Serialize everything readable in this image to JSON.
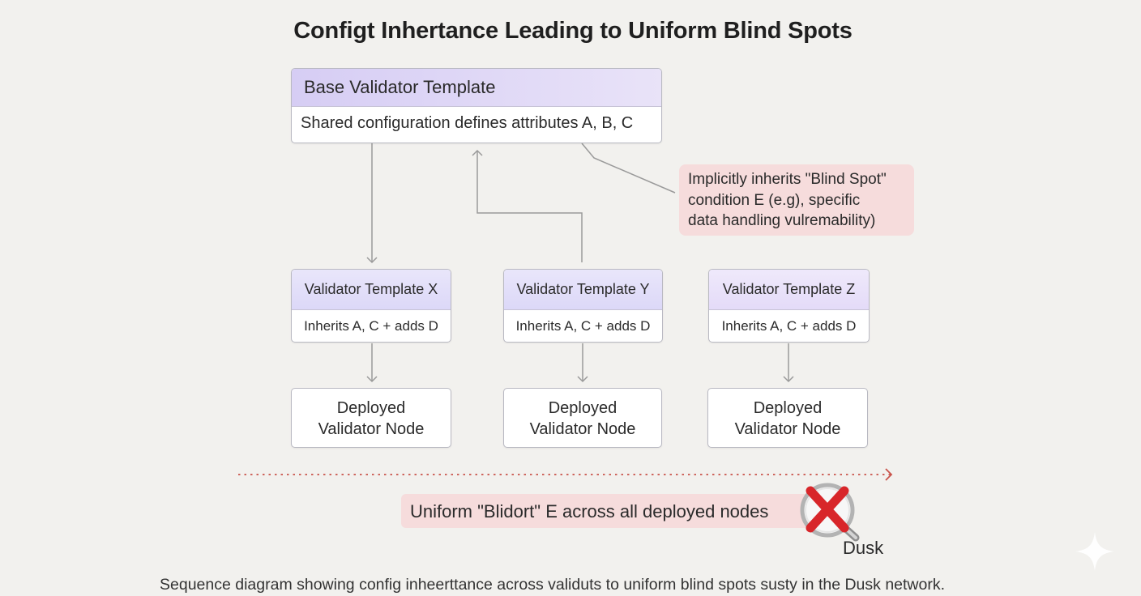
{
  "diagram": {
    "title": "Configt Inhertance Leading to Uniform Blind Spots",
    "base_template": {
      "title": "Base Validator Template",
      "description": "Shared configuration defines attributes A, B, C"
    },
    "callout_lines": [
      "Implicitly inherits \"Blind Spot\"",
      "condition E (e.g), specific",
      "data handling vulremability)"
    ],
    "templates": [
      {
        "title": "Validator Template X",
        "description": "Inherits A, C + adds D"
      },
      {
        "title": "Validator Template Y",
        "description": "Inherits A, C + adds D"
      },
      {
        "title": "Validator Template Z",
        "description": "Inherits A, C + adds D"
      }
    ],
    "deployed_nodes": [
      {
        "line1": "Deployed",
        "line2": "Validator Node"
      },
      {
        "line1": "Deployed",
        "line2": "Validator Node"
      },
      {
        "line1": "Deployed",
        "line2": "Validator Node"
      }
    ],
    "uniform_banner": "Uniform \"Blidort\" E across all deployed nodes",
    "badge_label": "Dusk",
    "caption": "Sequence diagram showing config inheerttance across validuts to uniform blind spots susty in the Dusk network.",
    "colors": {
      "background": "#f2f1ee",
      "header_purple": "#d6cdf4",
      "alert_pink": "#f6dcdc",
      "arrow_gray": "#9a9a9a",
      "dotted_red": "#c9534a",
      "cross_red": "#d8262a"
    },
    "icons": [
      "x-mark-magnifier-icon",
      "sparkle-icon"
    ]
  }
}
